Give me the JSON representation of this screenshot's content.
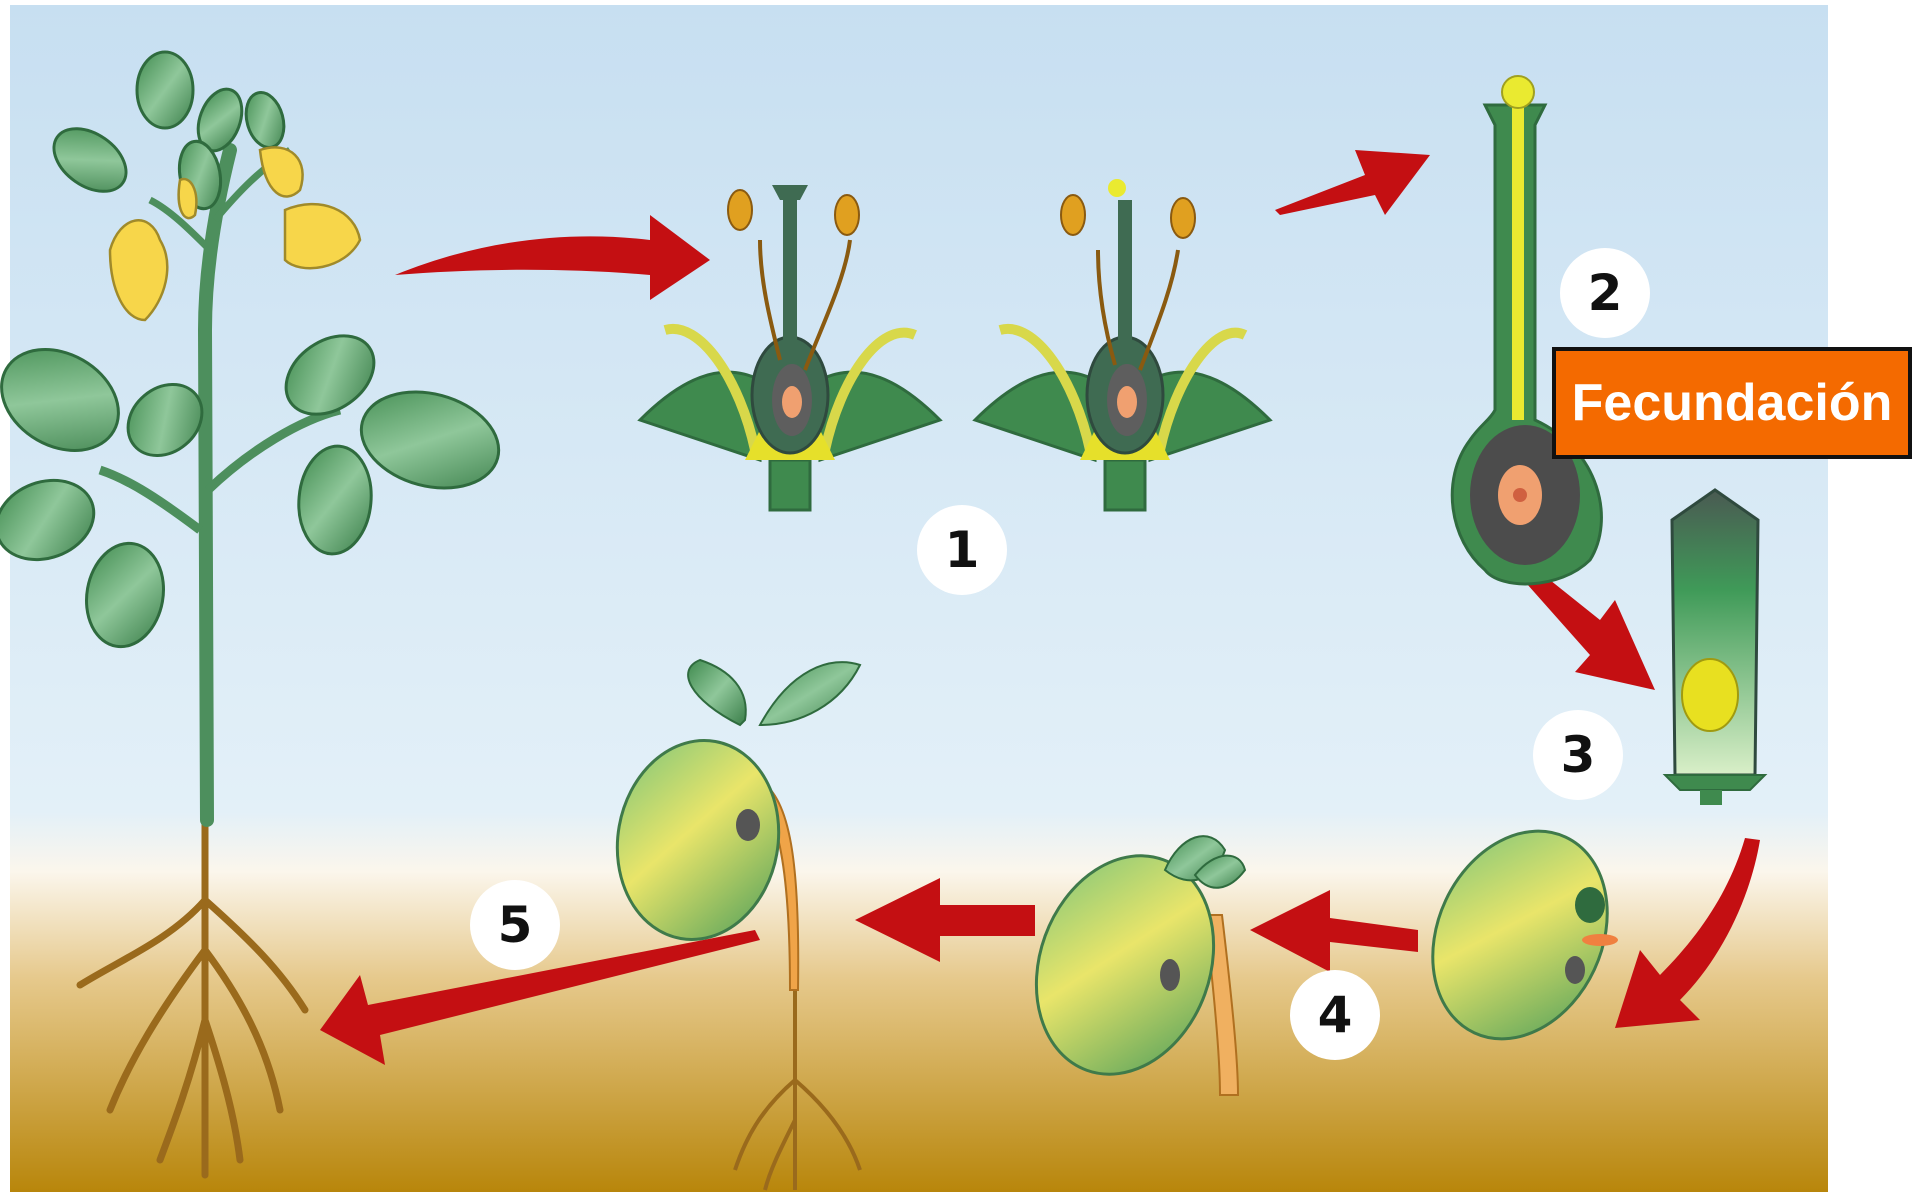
{
  "labels": {
    "fecundacion": "Fecundación"
  },
  "steps": [
    "1",
    "2",
    "3",
    "4",
    "5"
  ],
  "colors": {
    "sky_top": "#c9e1f2",
    "sky_bottom": "#dfeef8",
    "soil_top": "#f4ead6",
    "soil_bottom": "#b8860b",
    "leaf": "#4c9a5a",
    "leaf_dark": "#2f6b3e",
    "stem": "#4d8f5d",
    "root": "#9a6a1c",
    "flower": "#f7d64a",
    "arrow": "#c40f12",
    "label_bg": "#f46a00",
    "seed_green": "#7cc47a",
    "seed_yellow": "#e6e36a",
    "sprout": "#f0a448"
  }
}
